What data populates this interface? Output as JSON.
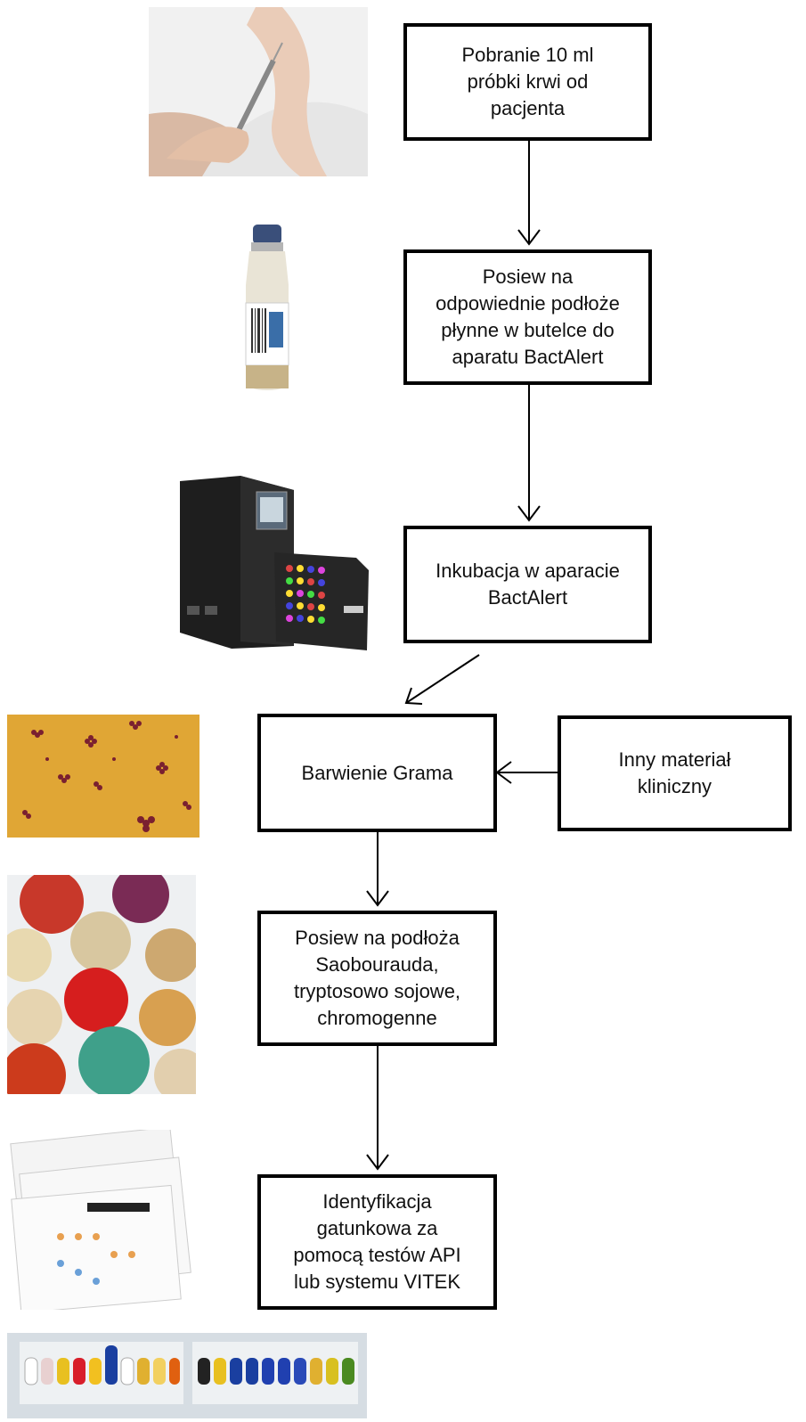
{
  "steps": {
    "step1": "Pobranie 10 ml\npróbki  krwi od\npacjenta",
    "step2": "Posiew na\nodpowiednie podłoże\npłynne w butelce do\naparatu BactAlert",
    "step3": "Inkubacja w aparacie\nBactAlert",
    "step4": "Barwienie Grama",
    "side": "Inny materiał\nkliniczny",
    "step5": "Posiew na podłoża\nSaobourauda,\ntryptosowo sojowe,\nchromogenne",
    "step6": "Identyfikacja\ngatunkowa za\npomocą testów API\nlub systemu VITEK"
  },
  "images": [
    {
      "name": "blood-draw-photo",
      "description": "hand drawing blood from patient's arm with syringe"
    },
    {
      "name": "culture-bottle-photo",
      "description": "BactAlert blood culture bottle"
    },
    {
      "name": "bactalert-instrument-photo",
      "description": "BacT/ALERT incubator with open drawer of bottles"
    },
    {
      "name": "gram-stain-photo",
      "description": "microscope view of Gram-stained cocci"
    },
    {
      "name": "agar-plates-photo",
      "description": "colorful agar culture plates"
    },
    {
      "name": "api-strips-photo",
      "description": "API identification test cards"
    },
    {
      "name": "api-tubes-photo",
      "description": "API strip with colored reaction wells"
    }
  ]
}
